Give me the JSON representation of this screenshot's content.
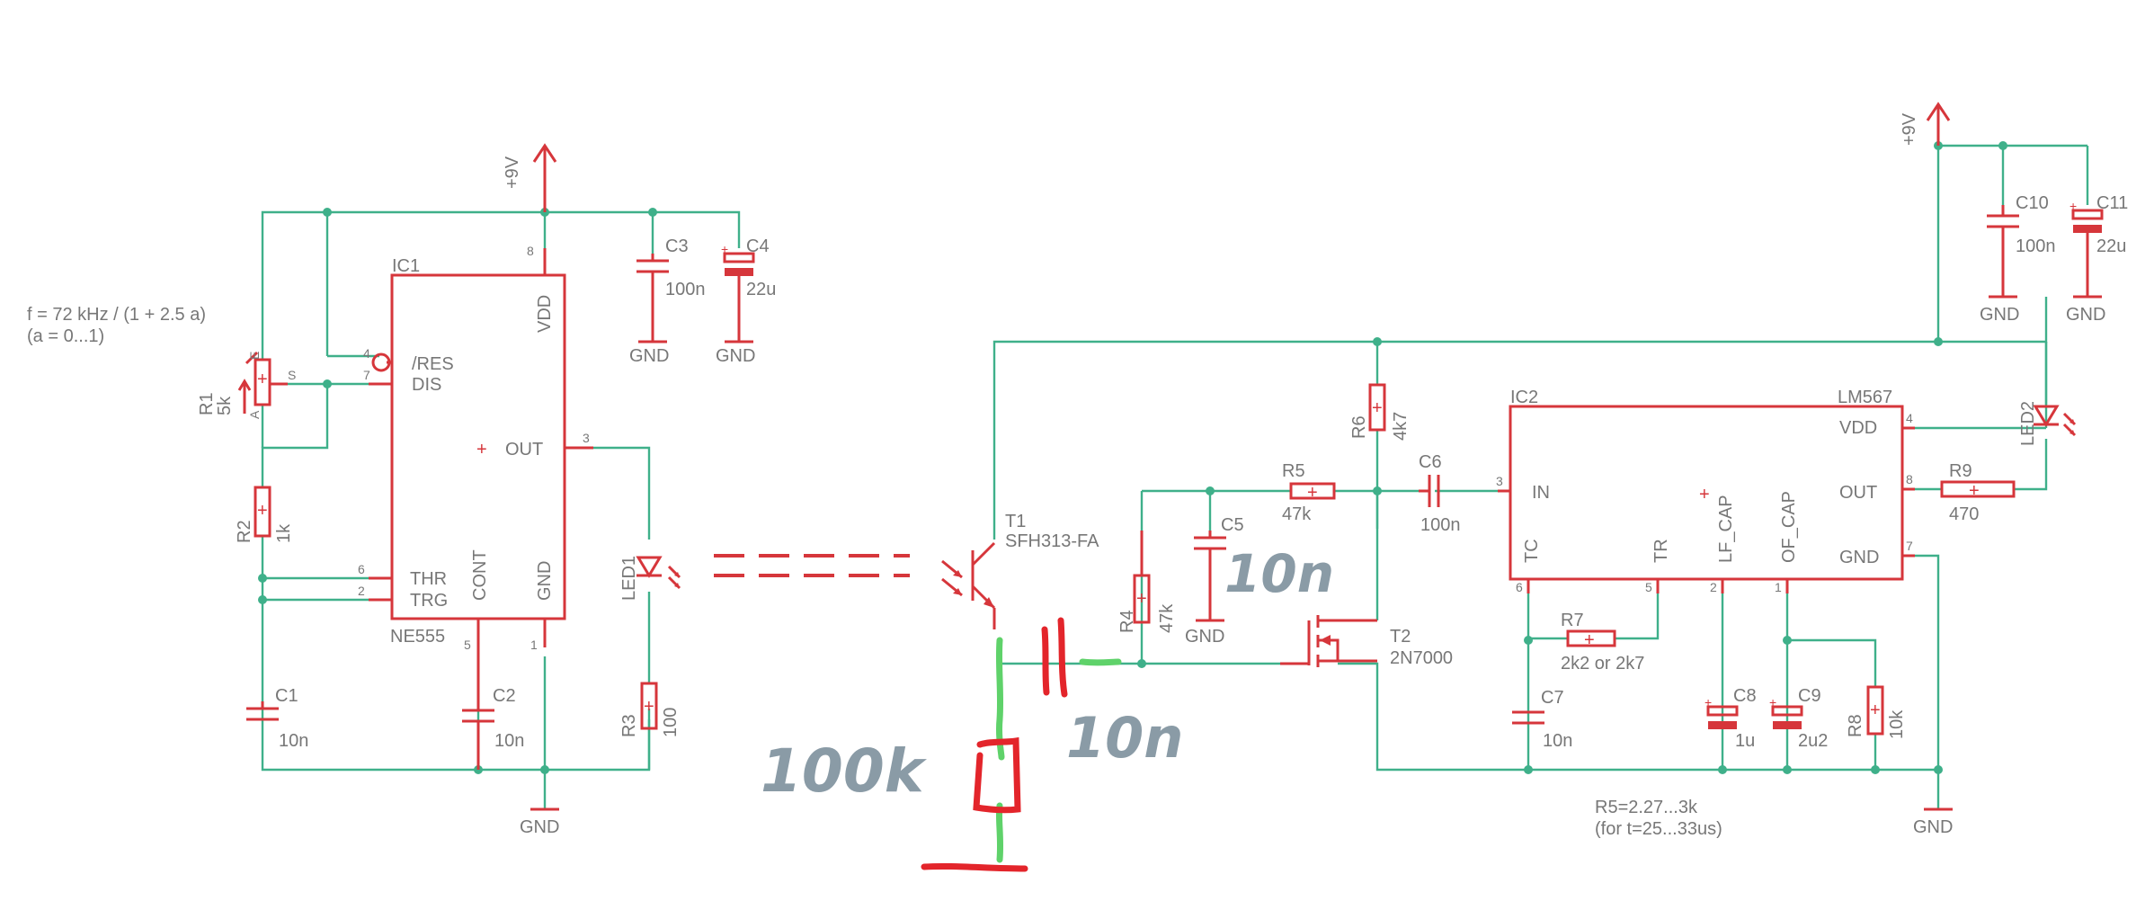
{
  "ic1": {
    "name": "IC1",
    "value": "NE555",
    "pins": {
      "vdd": "VDD",
      "res": "/RES",
      "dis": "DIS",
      "out": "OUT",
      "thr": "THR",
      "trg": "TRG",
      "cont": "CONT",
      "gnd": "GND"
    },
    "pin_numbers": {
      "p8": "8",
      "p4": "4",
      "p7": "7",
      "p3": "3",
      "p6": "6",
      "p2": "2",
      "p5": "5",
      "p1": "1"
    }
  },
  "ic2": {
    "name": "IC2",
    "value": "LM567",
    "pins": {
      "in": "IN",
      "vdd": "VDD",
      "out": "OUT",
      "gnd": "GND",
      "tc": "TC",
      "tr": "TR",
      "lf": "LF_CAP",
      "of": "OF_CAP"
    },
    "pin_numbers": {
      "p3": "3",
      "p4": "4",
      "p8": "8",
      "p7": "7",
      "p6": "6",
      "p5": "5",
      "p2": "2",
      "p1": "1"
    }
  },
  "formula": {
    "line1": "f = 72 kHz / (1 + 2.5 a)",
    "line2": "(a = 0...1)"
  },
  "note": {
    "line1": "R5=2.27...3k",
    "line2": "(for t=25...33us)"
  },
  "supply": {
    "vcc": "+9V",
    "gnd": "GND"
  },
  "pot_pins": {
    "e": "E",
    "s": "S",
    "a": "A"
  },
  "components": {
    "r1": {
      "name": "R1",
      "value": "5k"
    },
    "r2": {
      "name": "R2",
      "value": "1k"
    },
    "r3": {
      "name": "R3",
      "value": "100"
    },
    "r4": {
      "name": "R4",
      "value": "47k"
    },
    "r5": {
      "name": "R5",
      "value": "47k"
    },
    "r6": {
      "name": "R6",
      "value": "4k7"
    },
    "r7": {
      "name": "R7",
      "value": "2k2 or 2k7"
    },
    "r8": {
      "name": "R8",
      "value": "10k"
    },
    "r9": {
      "name": "R9",
      "value": "470"
    },
    "c1": {
      "name": "C1",
      "value": "10n"
    },
    "c2": {
      "name": "C2",
      "value": "10n"
    },
    "c3": {
      "name": "C3",
      "value": "100n"
    },
    "c4": {
      "name": "C4",
      "value": "22u"
    },
    "c5": {
      "name": "C5",
      "value": ""
    },
    "c6": {
      "name": "C6",
      "value": "100n"
    },
    "c7": {
      "name": "C7",
      "value": "10n"
    },
    "c8": {
      "name": "C8",
      "value": "1u"
    },
    "c9": {
      "name": "C9",
      "value": "2u2"
    },
    "c10": {
      "name": "C10",
      "value": "100n"
    },
    "c11": {
      "name": "C11",
      "value": "22u"
    },
    "led1": {
      "name": "LED1"
    },
    "led2": {
      "name": "LED2"
    },
    "t1": {
      "name": "T1",
      "value": "SFH313-FA"
    },
    "t2": {
      "name": "T2",
      "value": "2N7000"
    }
  },
  "handwritten": {
    "c5_value": "10n",
    "added_cap": "10n",
    "added_res": "100k"
  },
  "colors": {
    "wire": "#3fb08a",
    "part": "#d6363b",
    "text": "#777777",
    "handwriting": "#8a9ba6",
    "ink_green": "#5fd26a",
    "ink_red": "#e3252b"
  }
}
